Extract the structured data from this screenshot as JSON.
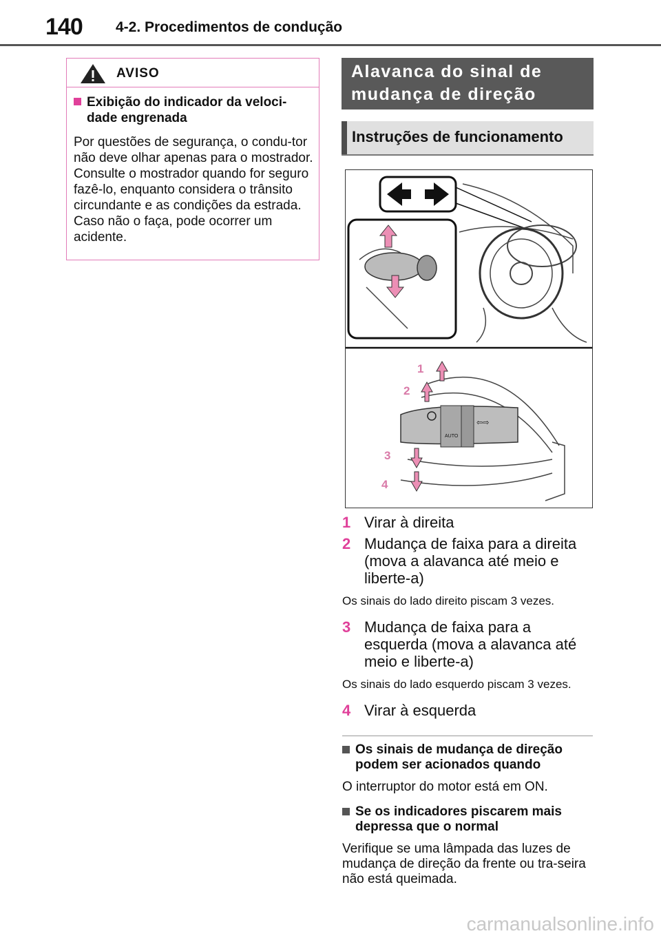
{
  "header": {
    "page_number": "140",
    "section": "4-2. Procedimentos de condução"
  },
  "warning": {
    "label": "AVISO",
    "subheading": "Exibição do indicador da veloci-dade engrenada",
    "text": "Por questões de segurança, o condu-tor não deve olhar apenas para o mostrador. Consulte o mostrador quando for seguro fazê-lo, enquanto considera o trânsito circundante e as condições da estrada. Caso não o faça, pode ocorrer um acidente."
  },
  "section_banner": "Alavanca do sinal de mudança de direção",
  "sub_banner": "Instruções de funcionamento",
  "figure": {
    "callouts": [
      "1",
      "2",
      "3",
      "4"
    ],
    "switch_label": "AUTO"
  },
  "items": [
    {
      "num": "1",
      "text": "Virar à direita"
    },
    {
      "num": "2",
      "text": "Mudança de faixa para a direita (mova a alavanca até meio e liberte-a)",
      "note": "Os sinais do lado direito piscam 3 vezes."
    },
    {
      "num": "3",
      "text": "Mudança de faixa para a esquerda (mova a alavanca até meio e liberte-a)",
      "note": "Os sinais do lado esquerdo piscam 3 vezes."
    },
    {
      "num": "4",
      "text": "Virar à esquerda"
    }
  ],
  "conditions": [
    {
      "heading": "Os sinais de mudança de direção podem ser acionados quando",
      "text": "O interruptor do motor está em ON."
    },
    {
      "heading": "Se os indicadores piscarem mais depressa que o normal",
      "text": "Verifique se uma lâmpada das luzes de mudança de direção da frente ou tra-seira não está queimada."
    }
  ],
  "watermark": "carmanualsonline.info",
  "colors": {
    "accent": "#e0409a",
    "warning_border": "#e27bb8",
    "banner": "#595959"
  }
}
